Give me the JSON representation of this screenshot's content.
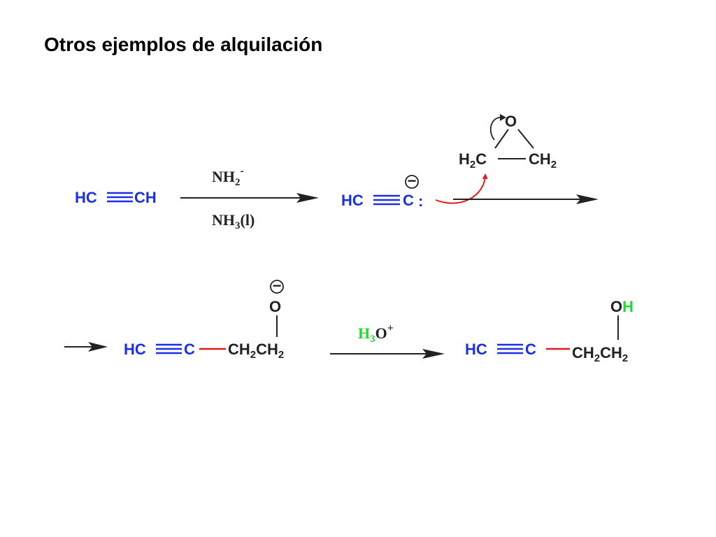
{
  "title": "Otros ejemplos de alquilación",
  "colors": {
    "blue": "#1a2fe6",
    "black": "#222222",
    "red": "#e21b1b",
    "green": "#22d82a"
  },
  "row1": {
    "reactant": {
      "left": "HC",
      "right": "CH"
    },
    "reagent_top": {
      "base": "NH",
      "sub": "2",
      "sup": "-"
    },
    "reagent_bottom": {
      "base": "NH",
      "sub": "3",
      "tail": "(l)"
    },
    "acetylide": {
      "left": "HC",
      "right": "C",
      "lone_pair": ":",
      "charge": "−"
    },
    "epoxide": {
      "oxygen": "O",
      "left_carbon": "H",
      "left_sub": "2",
      "left_tail": "C",
      "right_carbon": "CH",
      "right_sub": "2"
    }
  },
  "row2": {
    "alkoxide": {
      "hc": "HC",
      "c": "C",
      "chain1": "CH",
      "sub1": "2",
      "chain2": "CH",
      "sub2": "2",
      "oxygen": "O",
      "charge": "−"
    },
    "reagent": {
      "base": "H",
      "sub": "3",
      "o": "O",
      "sup": "+"
    },
    "product": {
      "hc": "HC",
      "c": "C",
      "chain1": "CH",
      "sub1": "2",
      "chain2": "CH",
      "sub2": "2",
      "o": "O",
      "h": "H"
    }
  }
}
